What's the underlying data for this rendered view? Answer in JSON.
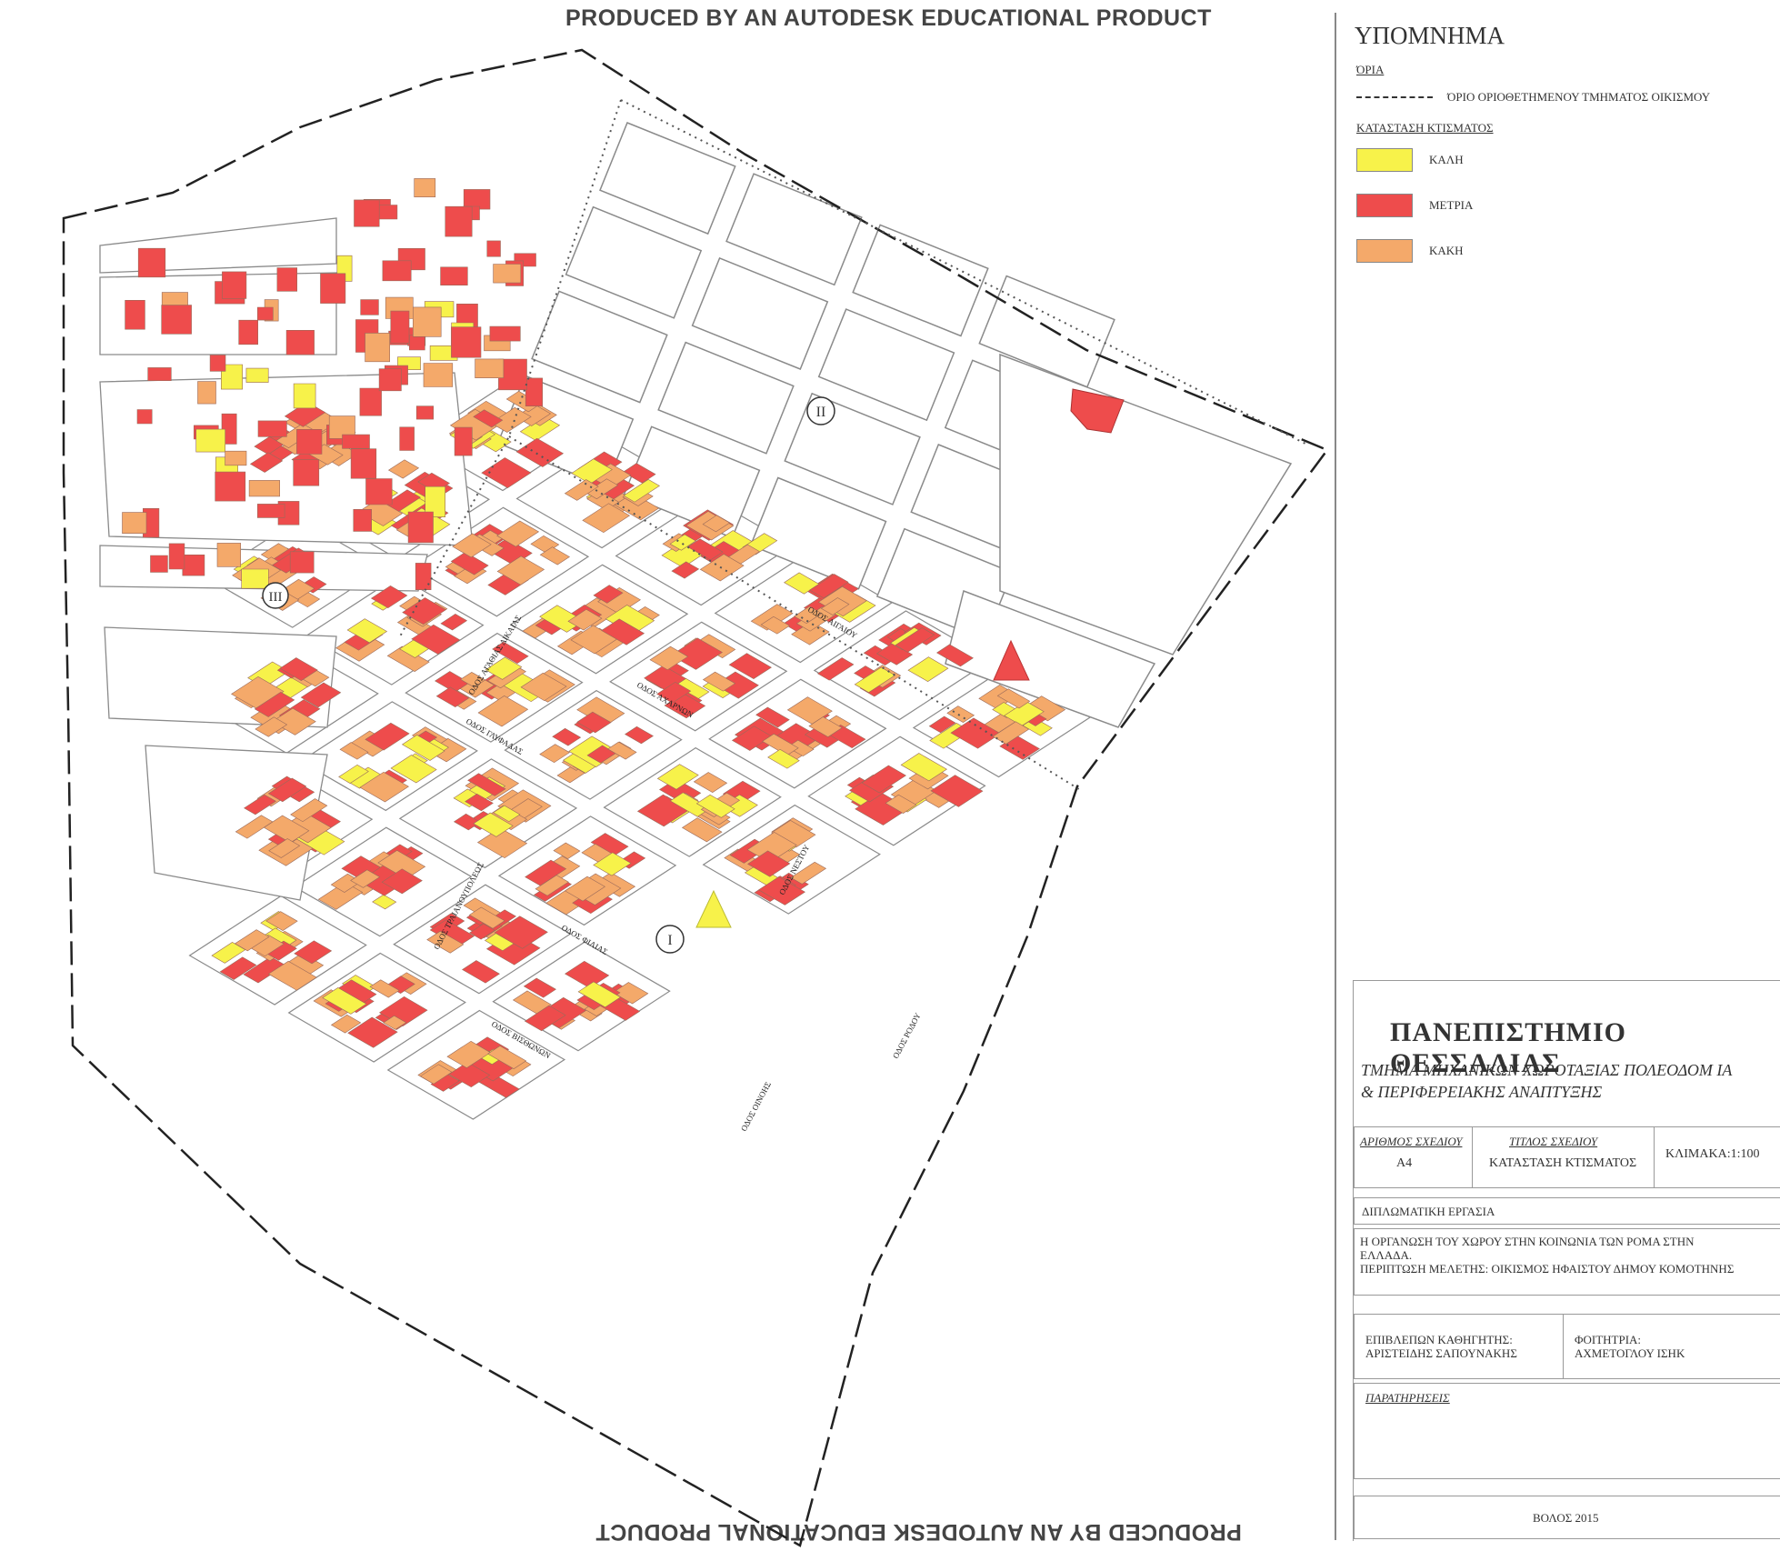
{
  "watermark": {
    "top": "PRODUCED BY AN AUTODESK EDUCATIONAL PRODUCT",
    "bottom": "PRODUCED BY AN AUTODESK EDUCATIONAL PRODUCT"
  },
  "legend": {
    "title": "ΥΠΟΜΝΗΜΑ",
    "boundaries_heading": "ΌΡΙΑ",
    "boundary_label": "ΌΡΙΟ ΟΡΙΟΘΕΤΗΜΕΝΟΥ ΤΜΗΜΑΤΟΣ ΟΙΚΙΣΜΟΥ",
    "condition_heading": "ΚΑΤΑΣΤΑΣΗ ΚΤΙΣΜΑΤΟΣ",
    "items": [
      {
        "label": "ΚΑΛΗ",
        "color": "#f7f24a"
      },
      {
        "label": "ΜΕΤΡΙΑ",
        "color": "#ee4c4c"
      },
      {
        "label": "ΚΑΚΗ",
        "color": "#f4a96a"
      }
    ]
  },
  "map": {
    "colors": {
      "good": "#f7f24a",
      "medium": "#ee4c4c",
      "bad": "#f4a96a",
      "line": "#8a8a8a",
      "boundary": "#222222"
    },
    "zones": [
      "I",
      "II",
      "III"
    ],
    "streets": [
      "ΟΔΟΣ ΑΙΓΑΙΟΥ",
      "ΟΔΟΣ ΑΧΑΡΝΩΝ",
      "ΟΔΟΣ ΑΓΑΘΙΑΣ ΔΙΚΑΙΑΣ",
      "ΟΔΟΣ ΓΛΥΦΑΔΑΣ",
      "ΟΔΟΣ ΤΡΑΙΑΝΟΥΠΟΛΕΩΣ",
      "ΟΔΟΣ ΦΙΛΙΑΣ",
      "ΟΔΟΣ ΒΙΣΘΩΝΩΝ",
      "ΟΔΟΣ ΝΕΣΤΟΥ",
      "ΟΔΟΣ ΡΟΔΟΥ",
      "ΟΔΟΣ ΟΙΝΟΗΣ"
    ]
  },
  "title_block": {
    "university": "ΠΑΝΕΠΙΣΤΗΜΙΟ ΘΕΣΣΑΛΙΑΣ",
    "department_line1": "ΤΜΗΜΑ ΜΗΧΑΝΙΚΩΝ ΧΩΡΟΤΑΞΙΑΣ ΠΟΛΕΟΔΟΜ ΙΑ",
    "department_line2": "& ΠΕΡΙΦΕΡΕΙΑΚΗΣ ΑΝΑΠΤΥΞΗΣ",
    "drawing_number_label": "ΑΡΙΘΜΟΣ ΣΧΕΔΙΟΥ",
    "drawing_number": "Α4",
    "drawing_title_label": "ΤΙΤΛΟΣ ΣΧΕΔΙΟΥ",
    "drawing_title": "ΚΑΤΑΣΤΑΣΗ ΚΤΙΣΜΑΤΟΣ",
    "scale": "ΚΛΙΜΑΚΑ:1:100",
    "thesis": "ΔΙΠΛΩΜΑΤΙΚΗ ΕΡΓΑΣΙΑ",
    "subject_line1": "Η ΟΡΓΑΝΩΣΗ ΤΟΥ ΧΩΡΟΥ ΣΤΗΝ ΚΟΙΝΩΝΙΑ ΤΩΝ ΡΟΜΑ ΣΤΗΝ",
    "subject_line2": "ΕΛΛΑΔΑ.",
    "subject_line3": "ΠΕΡΙΠΤΩΣΗ ΜΕΛΕΤΗΣ: ΟΙΚΙΣΜΟΣ ΗΦΑΙΣΤΟΥ ΔΗΜΟΥ ΚΟΜΟΤΗΝΗΣ",
    "supervisor_label": "ΕΠΙΒΛΕΠΩΝ ΚΑΘΗΓΗΤΗΣ:",
    "supervisor": "ΑΡΙΣΤΕΙΔΗΣ ΣΑΠΟΥΝΑΚΗΣ",
    "student_label": "ΦΟΙΤΗΤΡΙΑ:",
    "student": "ΑΧΜΕΤΟΓΛΟΥ ΙΣΗΚ",
    "notes_label": "ΠΑΡΑΤΗΡΗΣΕΙΣ",
    "footer": "ΒΟΛΟΣ 2015"
  }
}
